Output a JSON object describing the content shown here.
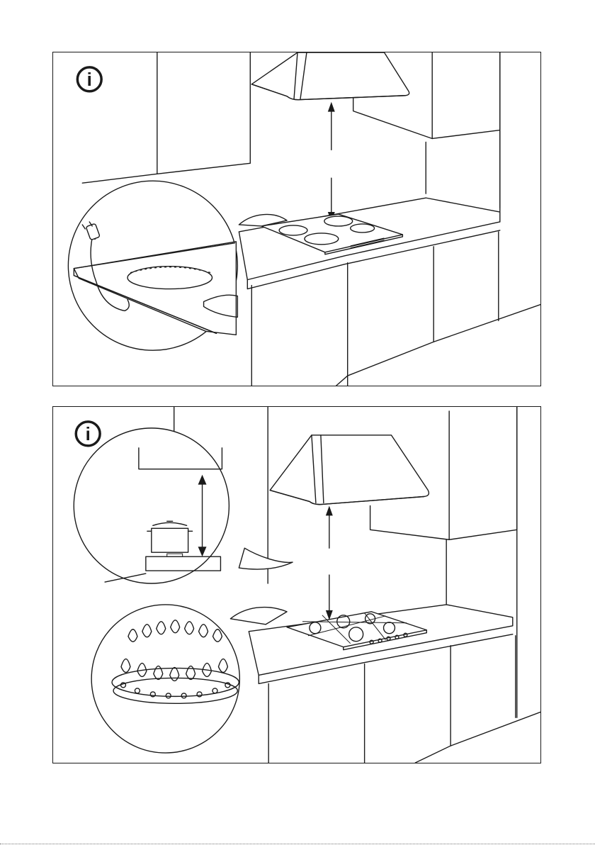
{
  "page": {
    "panels": [
      {
        "id": "induction-installation",
        "info_symbol": "i"
      },
      {
        "id": "gas-installation",
        "info_symbol": "i"
      }
    ]
  },
  "colors": {
    "line": "#1a1a1a",
    "background": "#ffffff"
  },
  "icons": [
    "info-icon",
    "plug-icon",
    "pot-icon",
    "flame-ring-icon"
  ]
}
